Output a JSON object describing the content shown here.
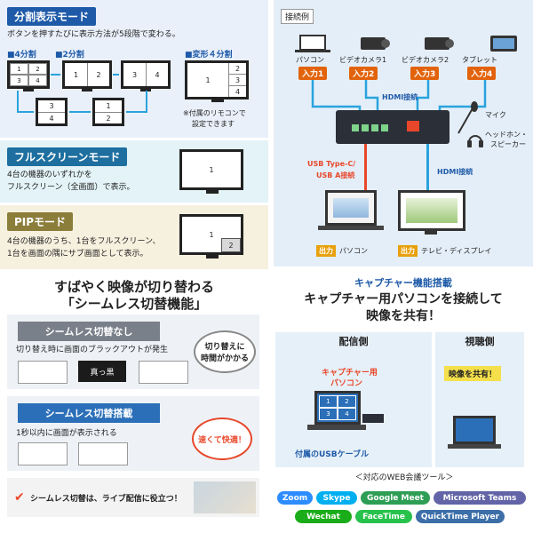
{
  "split_mode": {
    "title": "分割表示モード",
    "description": "ボタンを押すたびに表示方法が5段階で変わる。",
    "four_split_label": "■4分割",
    "two_split_label": "■2分割",
    "variant_label": "■変形４分割",
    "remote_note_1": "※付属のリモコンで",
    "remote_note_2": "設定できます",
    "nums": [
      "1",
      "2",
      "3",
      "4"
    ]
  },
  "fullscreen_mode": {
    "title": "フルスクリーンモード",
    "line1": "4台の機器のいずれかを",
    "line2": "フルスクリーン（全画面）で表示。",
    "screen_num": "1"
  },
  "pip_mode": {
    "title": "PIPモード",
    "line1": "4台の機器のうち、1台をフルスクリーン、",
    "line2": "1台を画面の隅にサブ画面として表示。",
    "main_num": "1",
    "sub_num": "2"
  },
  "connection": {
    "tag": "接続例",
    "devices": [
      {
        "label": "パソコン",
        "badge": "入力1"
      },
      {
        "label": "ビデオカメラ1",
        "badge": "入力2"
      },
      {
        "label": "ビデオカメラ2",
        "badge": "入力3"
      },
      {
        "label": "タブレット",
        "badge": "入力4"
      }
    ],
    "hdmi_label": "HDMI接続",
    "mic_label": "マイク",
    "headphone_label_1": "ヘッドホン・",
    "headphone_label_2": "スピーカー",
    "usb_label_1": "USB Type-C/",
    "usb_label_2": "USB A接続",
    "hdmi_out_label": "HDMI接続",
    "out_badge": "出力",
    "out_pc": "パソコン",
    "out_tv": "テレビ・ディスプレイ"
  },
  "seamless": {
    "headline_1": "すばやく映像が切り替わる",
    "headline_2": "「シームレス切替機能」",
    "without_label": "シームレス切替なし",
    "without_desc": "切り替え時に画面のブラックアウトが発生",
    "black_label": "真っ黒",
    "without_note_1": "切り替えに",
    "without_note_2": "時間がかかる",
    "with_label": "シームレス切替搭載",
    "with_desc": "1秒以内に画面が表示される",
    "with_note": "速くて快適！",
    "footer": "シームレス切替は、ライブ配信に役立つ！"
  },
  "capture": {
    "sub": "キャプチャー機能搭載",
    "title_1": "キャプチャー用パソコンを接続して",
    "title_2": "映像を共有！",
    "side_send": "配信側",
    "side_view": "視聴側",
    "capture_pc_1": "キャプチャー用",
    "capture_pc_2": "パソコン",
    "share_bubble": "映像を共有！",
    "usb_cable": "付属のUSBケーブル",
    "tools_caption": "＜対応のWEB会議ツール＞",
    "tools": [
      {
        "name": "Zoom",
        "color": "#2d8cff"
      },
      {
        "name": "Skype",
        "color": "#00aff0"
      },
      {
        "name": "Google Meet",
        "color": "#2e9e55"
      },
      {
        "name": "Microsoft Teams",
        "color": "#6264a7"
      },
      {
        "name": "Wechat",
        "color": "#1aad19"
      },
      {
        "name": "FaceTime",
        "color": "#27c24c"
      },
      {
        "name": "QuickTime Player",
        "color": "#3c6ea8"
      }
    ]
  }
}
